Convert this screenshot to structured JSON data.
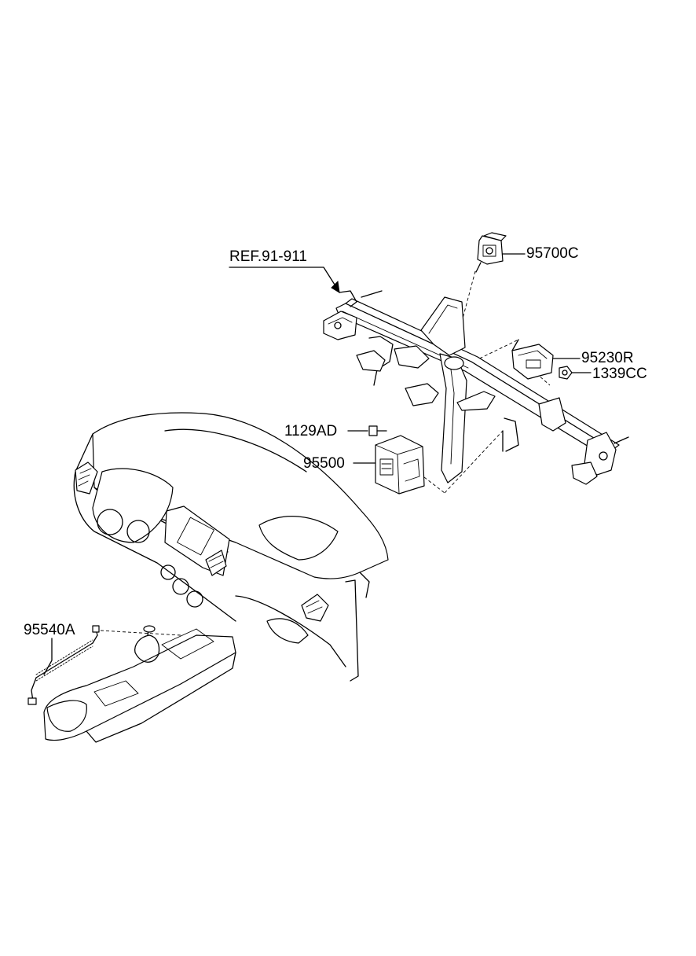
{
  "labels": {
    "ref": "REF.91-911",
    "part_95700C": "95700C",
    "part_95230R": "95230R",
    "part_1339CC": "1339CC",
    "part_1129AD": "1129AD",
    "part_95500": "95500",
    "part_95540A": "95540A"
  }
}
